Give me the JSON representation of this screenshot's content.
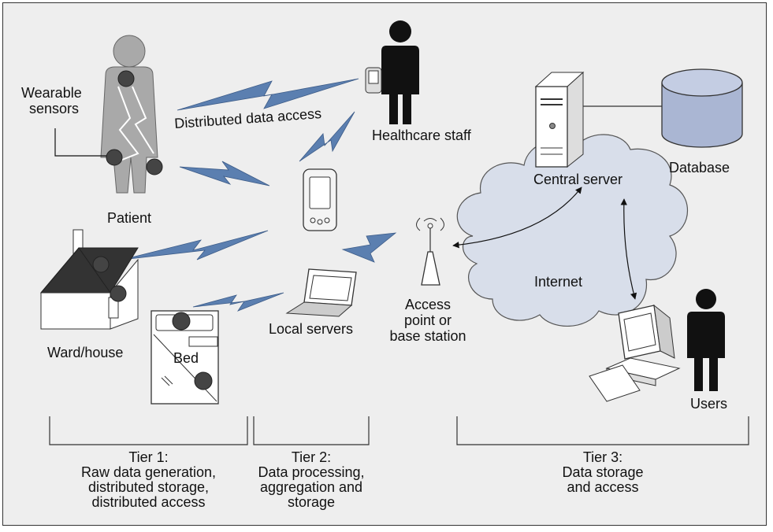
{
  "labels": {
    "wearable_line1": "Wearable",
    "wearable_line2": "sensors",
    "patient": "Patient",
    "distributed_access": "Distributed data access",
    "healthcare_staff": "Healthcare staff",
    "ward_house": "Ward/house",
    "bed": "Bed",
    "local_servers": "Local servers",
    "access_point_line1": "Access",
    "access_point_line2": "point or",
    "access_point_line3": "base station",
    "central_server": "Central server",
    "database": "Database",
    "internet": "Internet",
    "users": "Users"
  },
  "tiers": [
    {
      "title": "Tier 1:",
      "lines": [
        "Raw data generation,",
        "distributed storage,",
        "distributed access"
      ]
    },
    {
      "title": "Tier 2:",
      "lines": [
        "Data processing,",
        "aggregation and",
        "storage"
      ]
    },
    {
      "title": "Tier 3:",
      "lines": [
        "Data storage",
        "and access"
      ]
    }
  ],
  "colors": {
    "background": "#eeeeee",
    "wireless_bolt": "#5b7fb0",
    "cloud": "#d8deea",
    "database": "#aab6d3",
    "patient_figure": "#a9a9a9",
    "sensor": "#444444"
  }
}
